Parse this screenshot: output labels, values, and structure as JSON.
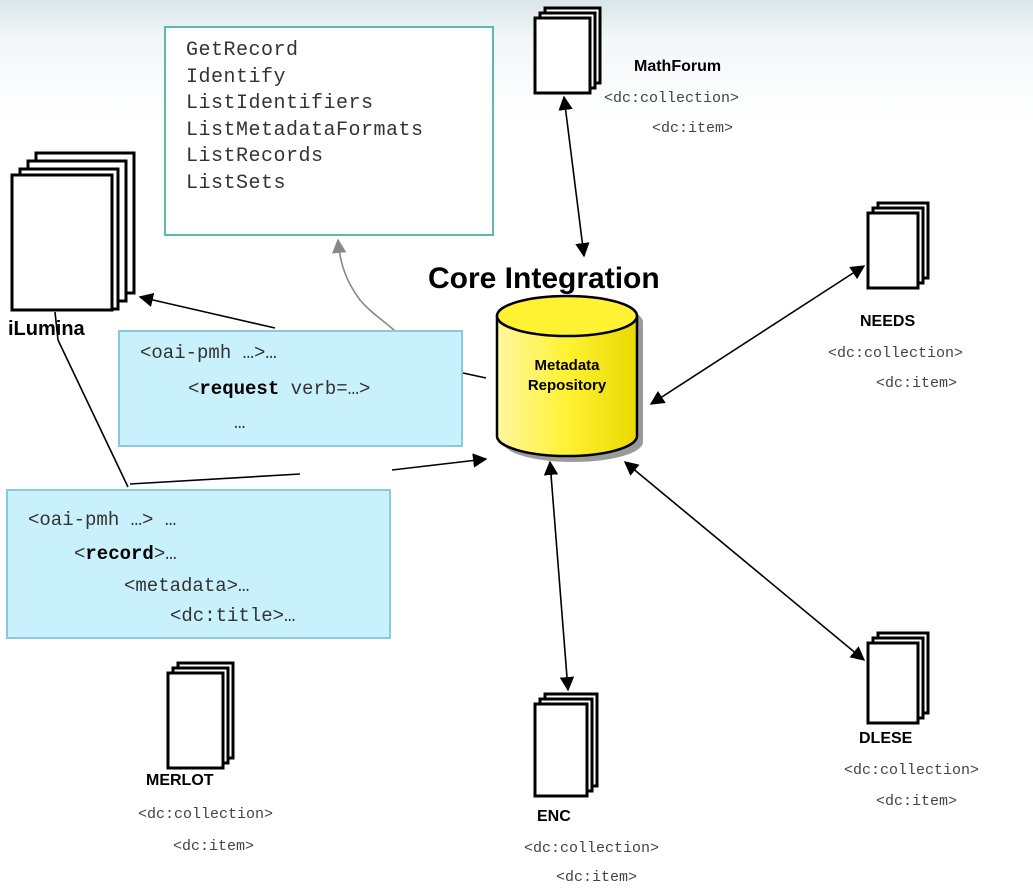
{
  "verbs": [
    "GetRecord",
    "Identify",
    "ListIdentifiers",
    "ListMetadataFormats",
    "ListRecords",
    "ListSets"
  ],
  "core": {
    "title": "Core Integration",
    "repo_line1": "Metadata",
    "repo_line2": "Repository"
  },
  "request": {
    "line1": "<oai-pmh …>…",
    "line2_open": "<",
    "line2_bold": "request",
    "line2_rest": " verb=…>",
    "line3": "…"
  },
  "record": {
    "line1": "<oai-pmh …> …",
    "line2_open": "<",
    "line2_bold": "record",
    "line2_rest": ">…",
    "line3": "<metadata>…",
    "line4": "<dc:title>…"
  },
  "nodes": {
    "ilumina": {
      "name": "iLumina"
    },
    "mathforum": {
      "name": "MathForum",
      "collection": "<dc:collection>",
      "item": "<dc:item>"
    },
    "needs": {
      "name": "NEEDS",
      "collection": "<dc:collection>",
      "item": "<dc:item>"
    },
    "dlese": {
      "name": "DLESE",
      "collection": "<dc:collection>",
      "item": "<dc:item>"
    },
    "enc": {
      "name": "ENC",
      "collection": "<dc:collection>",
      "item": "<dc:item>"
    },
    "merlot": {
      "name": "MERLOT",
      "collection": "<dc:collection>",
      "item": "<dc:item>"
    }
  },
  "colors": {
    "cylinder_fill": "#fff233",
    "cylinder_shadow": "#9a9a9a",
    "box_fill": "#c9f1fb",
    "verbs_border": "#5fb8b0"
  }
}
